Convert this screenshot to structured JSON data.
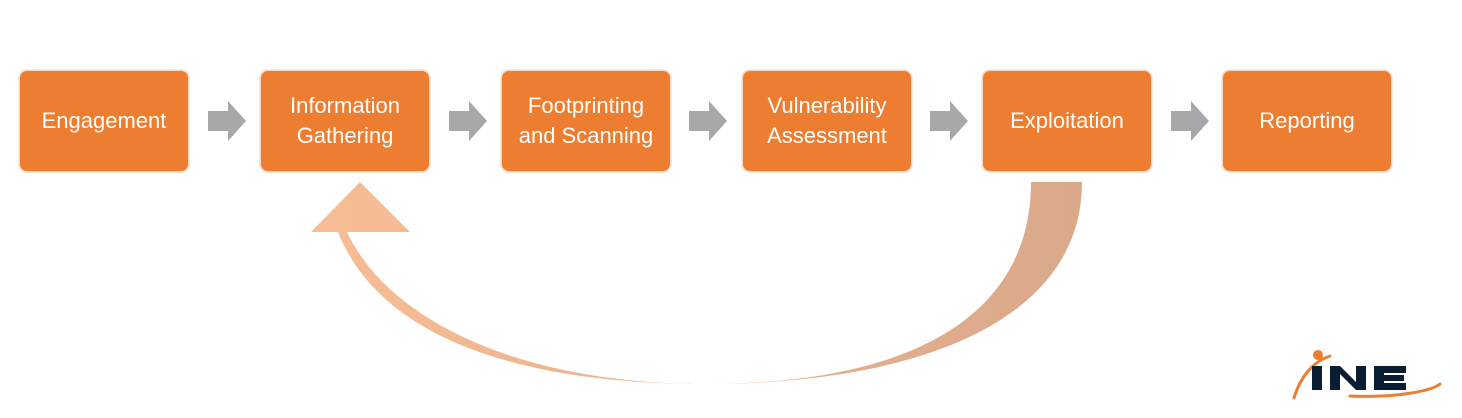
{
  "steps": [
    {
      "label": "Engagement"
    },
    {
      "label": "Information Gathering"
    },
    {
      "label": "Footprinting and Scanning"
    },
    {
      "label": "Vulnerability Assessment"
    },
    {
      "label": "Exploitation"
    },
    {
      "label": "Reporting"
    }
  ],
  "colors": {
    "step_fill": "#ED7D31",
    "flow_arrow": "#A6A8AB",
    "loop_start": "#D9A98A",
    "loop_end": "#F7BD95",
    "logo_dark": "#0B1D33",
    "logo_accent": "#ED7D31"
  },
  "logo": {
    "text": "INE"
  },
  "loop": {
    "from": "Exploitation",
    "to": "Information Gathering"
  }
}
